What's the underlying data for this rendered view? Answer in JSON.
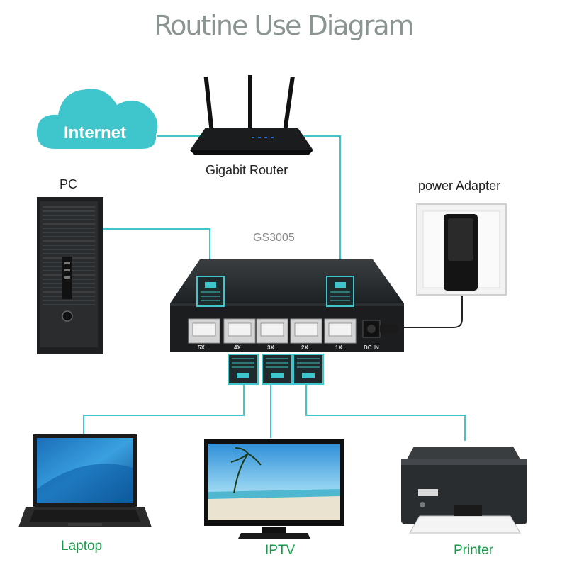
{
  "title": "Routine Use Diagram",
  "devices": {
    "internet": "Internet",
    "router": "Gigabit Router",
    "pc": "PC",
    "power_adapter": "power Adapter",
    "switch_model": "GS3005",
    "laptop": "Laptop",
    "iptv": "IPTV",
    "printer": "Printer"
  },
  "switch_ports": [
    "5X",
    "4X",
    "3X",
    "2X",
    "1X",
    "DC IN"
  ],
  "colors": {
    "connector": "#3fc6cc",
    "title": "#8a9490",
    "green_label": "#1a9a4a",
    "cloud": "#3fc6cc"
  },
  "icons": [
    "cloud-icon",
    "router-icon",
    "pc-tower-icon",
    "power-adapter-icon",
    "switch-icon",
    "rj45-plug-icon",
    "laptop-icon",
    "tv-icon",
    "printer-icon"
  ]
}
